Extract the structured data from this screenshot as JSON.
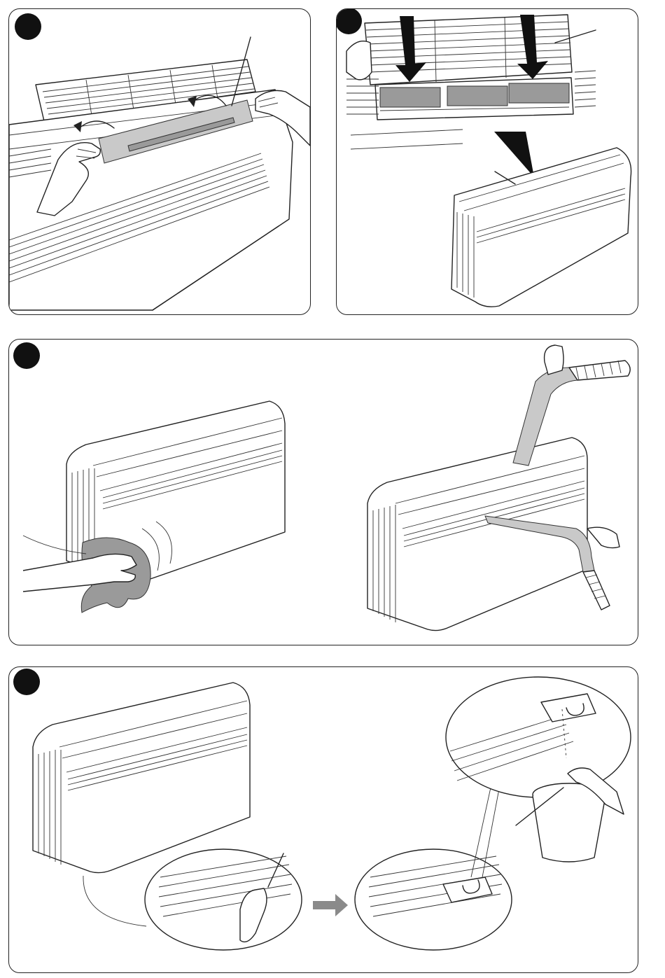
{
  "figure": {
    "panels": [
      {
        "id": "panel-1",
        "step_marker": ""
      },
      {
        "id": "panel-2",
        "step_marker": ""
      },
      {
        "id": "panel-3",
        "step_marker": ""
      },
      {
        "id": "panel-4",
        "step_marker": ""
      }
    ],
    "icons": {
      "step_badge": "filled-black-circle",
      "motion_arrow": "curved-arrow",
      "insert_arrow": "black-down-arrow",
      "transition_arrow": "gray-right-arrow"
    },
    "colors": {
      "line": "#222222",
      "filter": "#9a9a9a",
      "cloth": "#9a9a9a",
      "badge": "#111111",
      "background": "#ffffff"
    }
  }
}
